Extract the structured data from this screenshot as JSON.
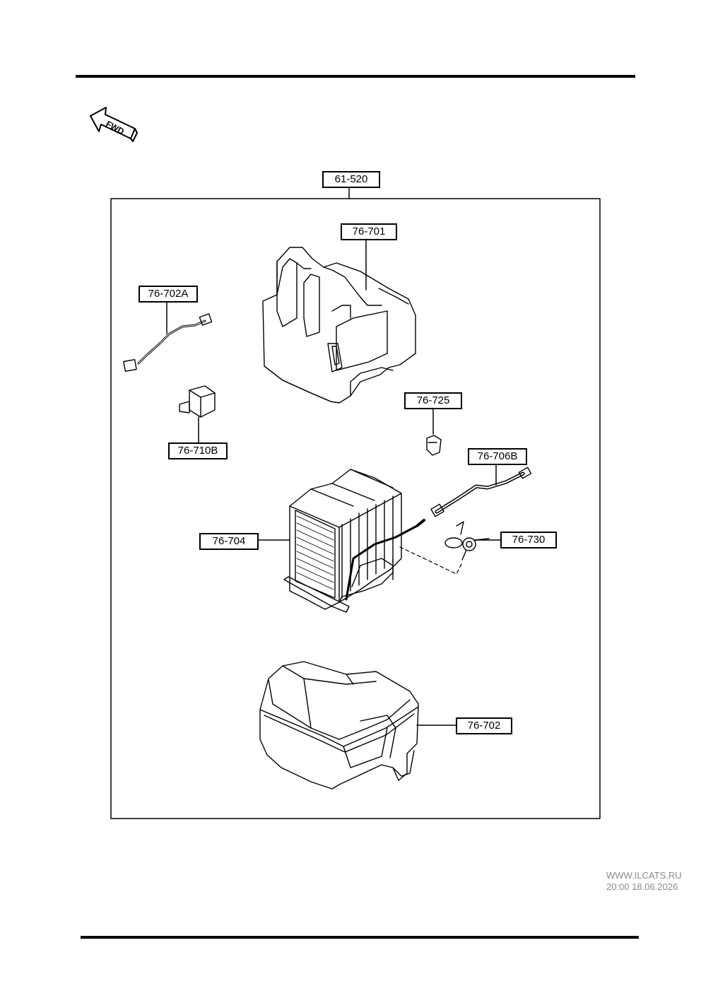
{
  "fwd_indicator": {
    "label": "FWD",
    "icon": "fwd-arrow-icon"
  },
  "assembly": {
    "part_number": "61-520"
  },
  "parts": [
    {
      "id": "case-upper",
      "part_number": "76-701",
      "icon": "upper-case-icon"
    },
    {
      "id": "harness",
      "part_number": "76-702A",
      "icon": "wire-harness-icon"
    },
    {
      "id": "relay",
      "part_number": "76-710B",
      "icon": "relay-icon"
    },
    {
      "id": "clip",
      "part_number": "76-725",
      "icon": "clip-icon"
    },
    {
      "id": "pipe",
      "part_number": "76-706B",
      "icon": "pipe-icon"
    },
    {
      "id": "evaporator",
      "part_number": "76-704",
      "icon": "evaporator-core-icon"
    },
    {
      "id": "thermo-sensor",
      "part_number": "76-730",
      "icon": "sensor-icon"
    },
    {
      "id": "case-lower",
      "part_number": "76-702",
      "icon": "lower-case-icon"
    }
  ],
  "watermark": {
    "site": "WWW.ILCATS.RU",
    "timestamp": "20:00 18.06.2026"
  }
}
